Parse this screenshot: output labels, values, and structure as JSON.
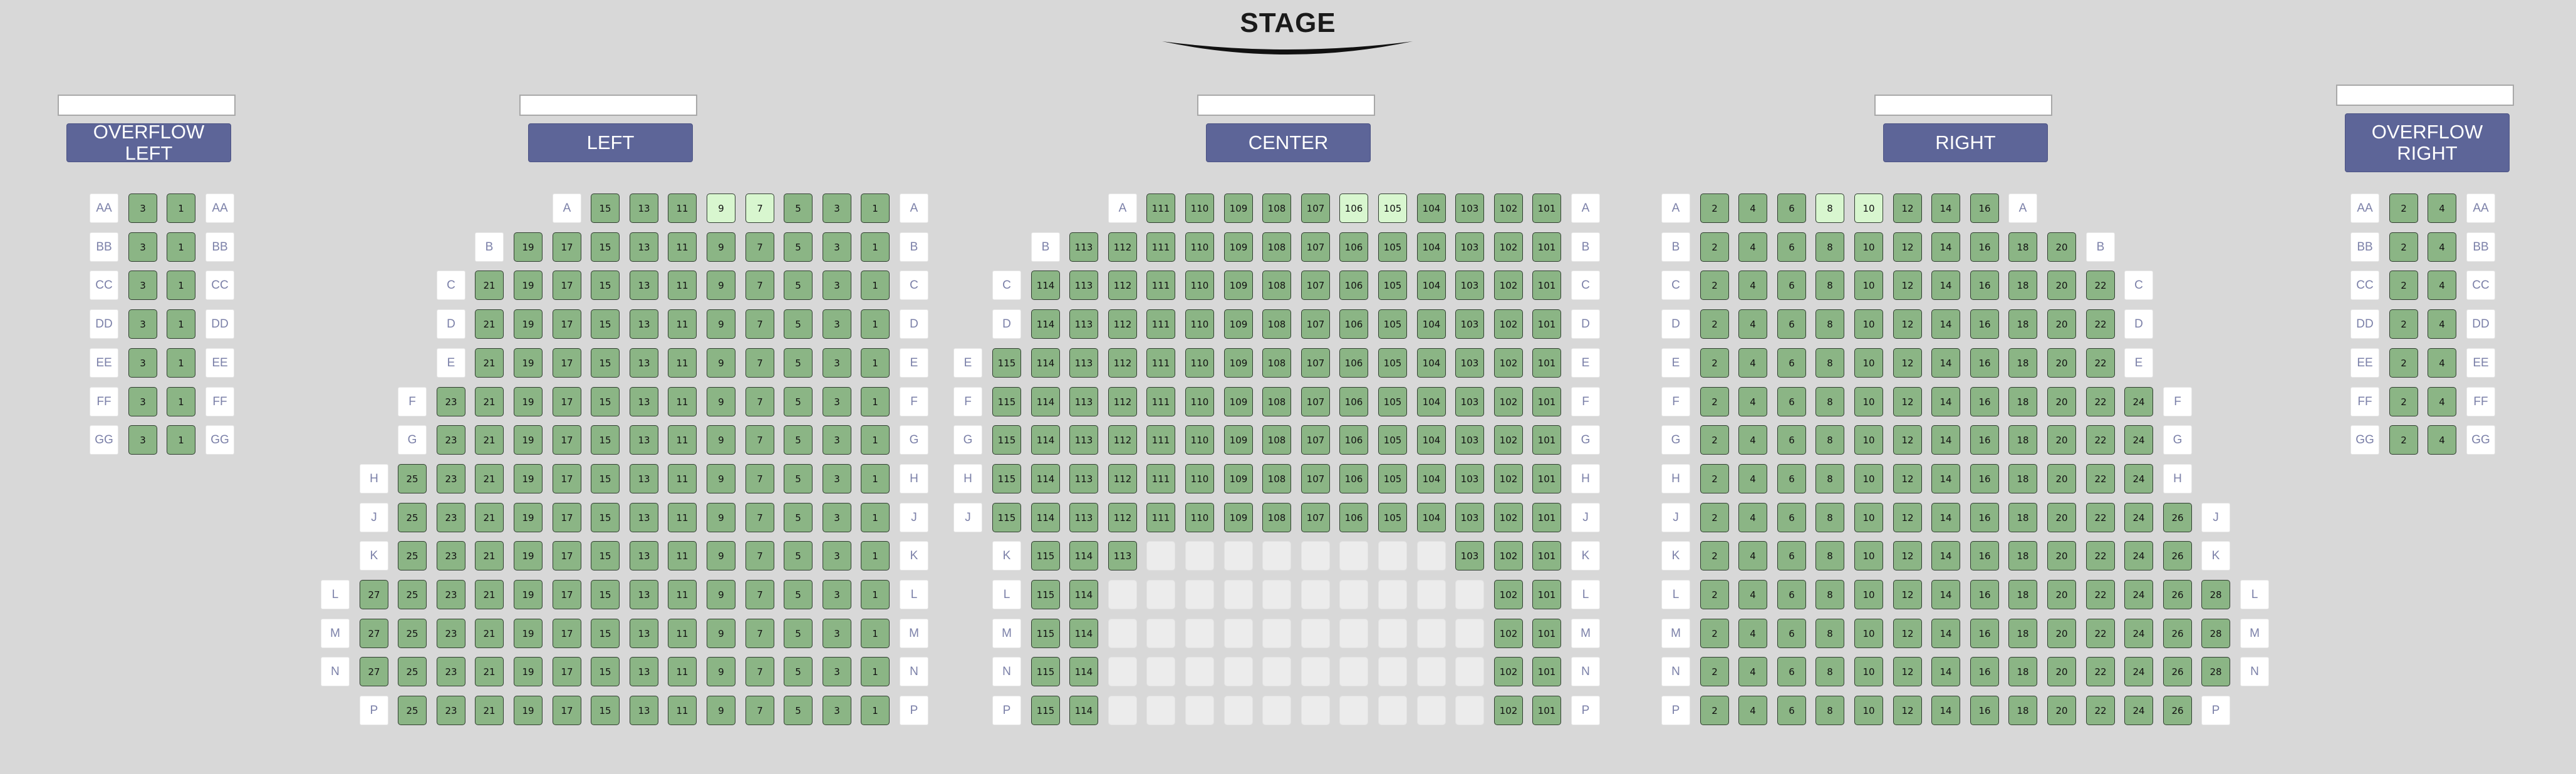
{
  "stage": {
    "label": "STAGE"
  },
  "colors": {
    "available": "#8bb585",
    "selected": "#d8f6cf",
    "section_button": "#5d6598",
    "row_label_text": "#7b80a8",
    "background": "#d8d8d8"
  },
  "sections": [
    {
      "id": "overflow-left",
      "label": "OVERFLOW LEFT",
      "filter_value": ""
    },
    {
      "id": "left",
      "label": "LEFT",
      "filter_value": ""
    },
    {
      "id": "center",
      "label": "CENTER",
      "filter_value": ""
    },
    {
      "id": "right",
      "label": "RIGHT",
      "filter_value": ""
    },
    {
      "id": "overflow-right",
      "label": "OVERFLOW RIGHT",
      "filter_value": ""
    }
  ],
  "seat_map": {
    "overflow_left": {
      "rows": [
        {
          "row": "AA",
          "seats": [
            "3",
            "1"
          ]
        },
        {
          "row": "BB",
          "seats": [
            "3",
            "1"
          ]
        },
        {
          "row": "CC",
          "seats": [
            "3",
            "1"
          ]
        },
        {
          "row": "DD",
          "seats": [
            "3",
            "1"
          ]
        },
        {
          "row": "EE",
          "seats": [
            "3",
            "1"
          ]
        },
        {
          "row": "FF",
          "seats": [
            "3",
            "1"
          ]
        },
        {
          "row": "GG",
          "seats": [
            "3",
            "1"
          ]
        }
      ]
    },
    "left": {
      "rows": [
        {
          "row": "A",
          "seats": [
            "15",
            "13",
            "11",
            "9*",
            "7*",
            "5",
            "3",
            "1"
          ]
        },
        {
          "row": "B",
          "seats": [
            "19",
            "17",
            "15",
            "13",
            "11",
            "9",
            "7",
            "5",
            "3",
            "1"
          ]
        },
        {
          "row": "C",
          "seats": [
            "21",
            "19",
            "17",
            "15",
            "13",
            "11",
            "9",
            "7",
            "5",
            "3",
            "1"
          ]
        },
        {
          "row": "D",
          "seats": [
            "21",
            "19",
            "17",
            "15",
            "13",
            "11",
            "9",
            "7",
            "5",
            "3",
            "1"
          ]
        },
        {
          "row": "E",
          "seats": [
            "21",
            "19",
            "17",
            "15",
            "13",
            "11",
            "9",
            "7",
            "5",
            "3",
            "1"
          ]
        },
        {
          "row": "F",
          "seats": [
            "23",
            "21",
            "19",
            "17",
            "15",
            "13",
            "11",
            "9",
            "7",
            "5",
            "3",
            "1"
          ]
        },
        {
          "row": "G",
          "seats": [
            "23",
            "21",
            "19",
            "17",
            "15",
            "13",
            "11",
            "9",
            "7",
            "5",
            "3",
            "1"
          ]
        },
        {
          "row": "H",
          "seats": [
            "25",
            "23",
            "21",
            "19",
            "17",
            "15",
            "13",
            "11",
            "9",
            "7",
            "5",
            "3",
            "1"
          ]
        },
        {
          "row": "J",
          "seats": [
            "25",
            "23",
            "21",
            "19",
            "17",
            "15",
            "13",
            "11",
            "9",
            "7",
            "5",
            "3",
            "1"
          ]
        },
        {
          "row": "K",
          "seats": [
            "25",
            "23",
            "21",
            "19",
            "17",
            "15",
            "13",
            "11",
            "9",
            "7",
            "5",
            "3",
            "1"
          ]
        },
        {
          "row": "L",
          "seats": [
            "27",
            "25",
            "23",
            "21",
            "19",
            "17",
            "15",
            "13",
            "11",
            "9",
            "7",
            "5",
            "3",
            "1"
          ]
        },
        {
          "row": "M",
          "seats": [
            "27",
            "25",
            "23",
            "21",
            "19",
            "17",
            "15",
            "13",
            "11",
            "9",
            "7",
            "5",
            "3",
            "1"
          ]
        },
        {
          "row": "N",
          "seats": [
            "27",
            "25",
            "23",
            "21",
            "19",
            "17",
            "15",
            "13",
            "11",
            "9",
            "7",
            "5",
            "3",
            "1"
          ]
        },
        {
          "row": "P",
          "seats": [
            "25",
            "23",
            "21",
            "19",
            "17",
            "15",
            "13",
            "11",
            "9",
            "7",
            "5",
            "3",
            "1"
          ]
        }
      ]
    },
    "center": {
      "rows": [
        {
          "row": "A",
          "seats": [
            "111",
            "110",
            "109",
            "108",
            "107",
            "106*",
            "105*",
            "104",
            "103",
            "102",
            "101"
          ]
        },
        {
          "row": "B",
          "seats": [
            "113",
            "112",
            "111",
            "110",
            "109",
            "108",
            "107",
            "106",
            "105",
            "104",
            "103",
            "102",
            "101"
          ]
        },
        {
          "row": "C",
          "seats": [
            "114",
            "113",
            "112",
            "111",
            "110",
            "109",
            "108",
            "107",
            "106",
            "105",
            "104",
            "103",
            "102",
            "101"
          ]
        },
        {
          "row": "D",
          "seats": [
            "114",
            "113",
            "112",
            "111",
            "110",
            "109",
            "108",
            "107",
            "106",
            "105",
            "104",
            "103",
            "102",
            "101"
          ]
        },
        {
          "row": "E",
          "seats": [
            "115",
            "114",
            "113",
            "112",
            "111",
            "110",
            "109",
            "108",
            "107",
            "106",
            "105",
            "104",
            "103",
            "102",
            "101"
          ]
        },
        {
          "row": "F",
          "seats": [
            "115",
            "114",
            "113",
            "112",
            "111",
            "110",
            "109",
            "108",
            "107",
            "106",
            "105",
            "104",
            "103",
            "102",
            "101"
          ]
        },
        {
          "row": "G",
          "seats": [
            "115",
            "114",
            "113",
            "112",
            "111",
            "110",
            "109",
            "108",
            "107",
            "106",
            "105",
            "104",
            "103",
            "102",
            "101"
          ]
        },
        {
          "row": "H",
          "seats": [
            "115",
            "114",
            "113",
            "112",
            "111",
            "110",
            "109",
            "108",
            "107",
            "106",
            "105",
            "104",
            "103",
            "102",
            "101"
          ]
        },
        {
          "row": "J",
          "seats": [
            "115",
            "114",
            "113",
            "112",
            "111",
            "110",
            "109",
            "108",
            "107",
            "106",
            "105",
            "104",
            "103",
            "102",
            "101"
          ]
        },
        {
          "row": "K",
          "seats": [
            "115",
            "114",
            "113",
            "",
            "",
            "",
            "",
            "",
            "",
            "",
            "",
            "103",
            "102",
            "101"
          ]
        },
        {
          "row": "L",
          "seats": [
            "115",
            "114",
            "",
            "",
            "",
            "",
            "",
            "",
            "",
            "",
            "",
            "",
            "102",
            "101"
          ]
        },
        {
          "row": "M",
          "seats": [
            "115",
            "114",
            "",
            "",
            "",
            "",
            "",
            "",
            "",
            "",
            "",
            "",
            "102",
            "101"
          ]
        },
        {
          "row": "N",
          "seats": [
            "115",
            "114",
            "",
            "",
            "",
            "",
            "",
            "",
            "",
            "",
            "",
            "",
            "102",
            "101"
          ]
        },
        {
          "row": "P",
          "seats": [
            "115",
            "114",
            "",
            "",
            "",
            "",
            "",
            "",
            "",
            "",
            "",
            "",
            "102",
            "101"
          ]
        }
      ]
    },
    "right": {
      "rows": [
        {
          "row": "A",
          "seats": [
            "2",
            "4",
            "6",
            "8*",
            "10*",
            "12",
            "14",
            "16"
          ]
        },
        {
          "row": "B",
          "seats": [
            "2",
            "4",
            "6",
            "8",
            "10",
            "12",
            "14",
            "16",
            "18",
            "20"
          ]
        },
        {
          "row": "C",
          "seats": [
            "2",
            "4",
            "6",
            "8",
            "10",
            "12",
            "14",
            "16",
            "18",
            "20",
            "22"
          ]
        },
        {
          "row": "D",
          "seats": [
            "2",
            "4",
            "6",
            "8",
            "10",
            "12",
            "14",
            "16",
            "18",
            "20",
            "22"
          ]
        },
        {
          "row": "E",
          "seats": [
            "2",
            "4",
            "6",
            "8",
            "10",
            "12",
            "14",
            "16",
            "18",
            "20",
            "22"
          ]
        },
        {
          "row": "F",
          "seats": [
            "2",
            "4",
            "6",
            "8",
            "10",
            "12",
            "14",
            "16",
            "18",
            "20",
            "22",
            "24"
          ]
        },
        {
          "row": "G",
          "seats": [
            "2",
            "4",
            "6",
            "8",
            "10",
            "12",
            "14",
            "16",
            "18",
            "20",
            "22",
            "24"
          ]
        },
        {
          "row": "H",
          "seats": [
            "2",
            "4",
            "6",
            "8",
            "10",
            "12",
            "14",
            "16",
            "18",
            "20",
            "22",
            "24"
          ]
        },
        {
          "row": "J",
          "seats": [
            "2",
            "4",
            "6",
            "8",
            "10",
            "12",
            "14",
            "16",
            "18",
            "20",
            "22",
            "24",
            "26"
          ]
        },
        {
          "row": "K",
          "seats": [
            "2",
            "4",
            "6",
            "8",
            "10",
            "12",
            "14",
            "16",
            "18",
            "20",
            "22",
            "24",
            "26"
          ]
        },
        {
          "row": "L",
          "seats": [
            "2",
            "4",
            "6",
            "8",
            "10",
            "12",
            "14",
            "16",
            "18",
            "20",
            "22",
            "24",
            "26",
            "28"
          ]
        },
        {
          "row": "M",
          "seats": [
            "2",
            "4",
            "6",
            "8",
            "10",
            "12",
            "14",
            "16",
            "18",
            "20",
            "22",
            "24",
            "26",
            "28"
          ]
        },
        {
          "row": "N",
          "seats": [
            "2",
            "4",
            "6",
            "8",
            "10",
            "12",
            "14",
            "16",
            "18",
            "20",
            "22",
            "24",
            "26",
            "28"
          ]
        },
        {
          "row": "P",
          "seats": [
            "2",
            "4",
            "6",
            "8",
            "10",
            "12",
            "14",
            "16",
            "18",
            "20",
            "22",
            "24",
            "26"
          ]
        }
      ]
    },
    "overflow_right": {
      "rows": [
        {
          "row": "AA",
          "seats": [
            "2",
            "4"
          ]
        },
        {
          "row": "BB",
          "seats": [
            "2",
            "4"
          ]
        },
        {
          "row": "CC",
          "seats": [
            "2",
            "4"
          ]
        },
        {
          "row": "DD",
          "seats": [
            "2",
            "4"
          ]
        },
        {
          "row": "EE",
          "seats": [
            "2",
            "4"
          ]
        },
        {
          "row": "FF",
          "seats": [
            "2",
            "4"
          ]
        },
        {
          "row": "GG",
          "seats": [
            "2",
            "4"
          ]
        }
      ]
    }
  }
}
